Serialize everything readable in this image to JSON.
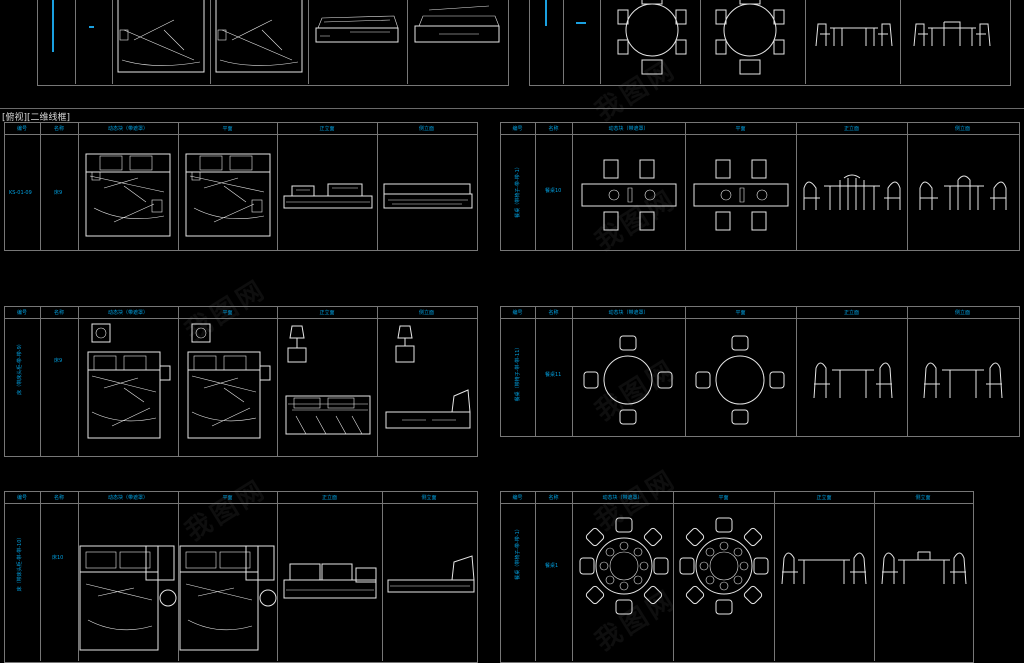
{
  "viewport": {
    "label": "[俯视][二维线框]"
  },
  "table_headers": {
    "code": "编号",
    "name": "名称",
    "dynamic_block": "动态块（带遮罩）",
    "plan": "平面",
    "front": "正立面",
    "side": "侧立面"
  },
  "rows": {
    "bed_row_1": {
      "code": "KS-01-09",
      "name": "床9"
    },
    "bed_row_2": {
      "code": "床（带床头柜-带-带-9）",
      "name": "床9"
    },
    "bed_row_3": {
      "code": "床（带床头柜-带-带-10）",
      "name": "床10"
    },
    "table_row_1": {
      "code": "餐桌（带椅子-带-带-1）",
      "name": "餐桌10"
    },
    "table_row_2": {
      "code": "餐桌（带椅子-带-带-11）",
      "name": "餐桌11"
    },
    "table_row_3": {
      "code": "餐桌（带椅子-带-带-1）",
      "name": "餐桌1"
    }
  },
  "watermark": {
    "text": "我图网"
  },
  "colors": {
    "background": "#000000",
    "line": "#e6e6e6",
    "grid": "#777777",
    "label": "#00a0e0"
  }
}
